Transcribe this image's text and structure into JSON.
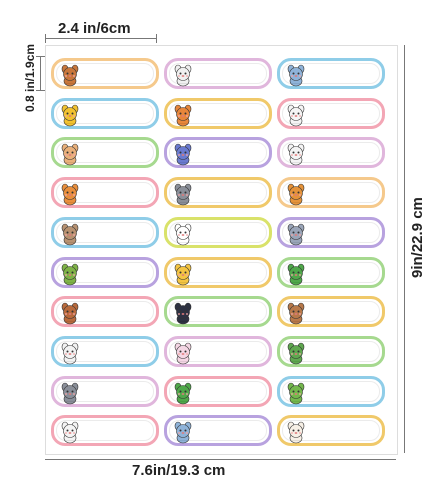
{
  "dimensions": {
    "width_label": "2.4 in/6cm",
    "height_label": "0.8 in/1.9cm",
    "sheet_width_label": "7.6in/19.3 cm",
    "sheet_height_label": "9in/22.9 cm"
  },
  "label_colors": [
    [
      "#f5c98c",
      "#e0b6dc",
      "#8fcde8"
    ],
    [
      "#8fcde8",
      "#f0c96a",
      "#f3a6b5"
    ],
    [
      "#a6d98f",
      "#b8a2df",
      "#e0b6dc"
    ],
    [
      "#f3a6b5",
      "#f0c96a",
      "#f5c98c"
    ],
    [
      "#8fcde8",
      "#d9e26a",
      "#b8a2df"
    ],
    [
      "#b8a2df",
      "#f0c96a",
      "#a6d98f"
    ],
    [
      "#f3a6b5",
      "#a6d98f",
      "#f0c96a"
    ],
    [
      "#8fcde8",
      "#e0b6dc",
      "#a6d98f"
    ],
    [
      "#e0b6dc",
      "#f3a6b5",
      "#8fcde8"
    ],
    [
      "#f3a6b5",
      "#b8a2df",
      "#f0c96a"
    ]
  ],
  "animals": [
    [
      "squirrel-icon",
      "bunny-icon",
      "elephant-icon"
    ],
    [
      "bee-icon",
      "dinosaur-icon",
      "cat-icon"
    ],
    [
      "hamster-icon",
      "astronaut-icon",
      "rabbit-icon"
    ],
    [
      "shiba-icon",
      "raccoon-icon",
      "lion-icon"
    ],
    [
      "sloth-icon",
      "panda-icon",
      "koala-icon"
    ],
    [
      "avocado-icon",
      "sun-icon",
      "crocodile-icon"
    ],
    [
      "monkey-icon",
      "penguin-icon",
      "bear-icon"
    ],
    [
      "dog-icon",
      "bunny-skater-icon",
      "turtle-icon"
    ],
    [
      "raccoon-skater-icon",
      "crocodile-icon",
      "frog-skater-icon"
    ],
    [
      "polar-bear-icon",
      "elephant-icon",
      "kitten-icon"
    ]
  ],
  "animal_colors": {
    "squirrel-icon": "#c9773b",
    "bunny-icon": "#f0f0f0",
    "elephant-icon": "#8fb3d9",
    "bee-icon": "#f2c230",
    "dinosaur-icon": "#e8863a",
    "cat-icon": "#f5f5f5",
    "hamster-icon": "#e9b07a",
    "astronaut-icon": "#6a7bd0",
    "rabbit-icon": "#f4f4f4",
    "shiba-icon": "#e98f3c",
    "raccoon-icon": "#8a8f99",
    "lion-icon": "#e5933a",
    "sloth-icon": "#b89271",
    "panda-icon": "#ffffff",
    "koala-icon": "#9aa5b8",
    "avocado-icon": "#7fb347",
    "sun-icon": "#f4c542",
    "crocodile-icon": "#4fa84a",
    "monkey-icon": "#b86a3c",
    "penguin-icon": "#2d3142",
    "bear-icon": "#b8794a",
    "dog-icon": "#f2f2f2",
    "bunny-skater-icon": "#f4d6e4",
    "turtle-icon": "#5fa84f",
    "raccoon-skater-icon": "#8a8f99",
    "frog-skater-icon": "#74b84c",
    "polar-bear-icon": "#f4f4f4",
    "kitten-icon": "#f7f0e6"
  }
}
